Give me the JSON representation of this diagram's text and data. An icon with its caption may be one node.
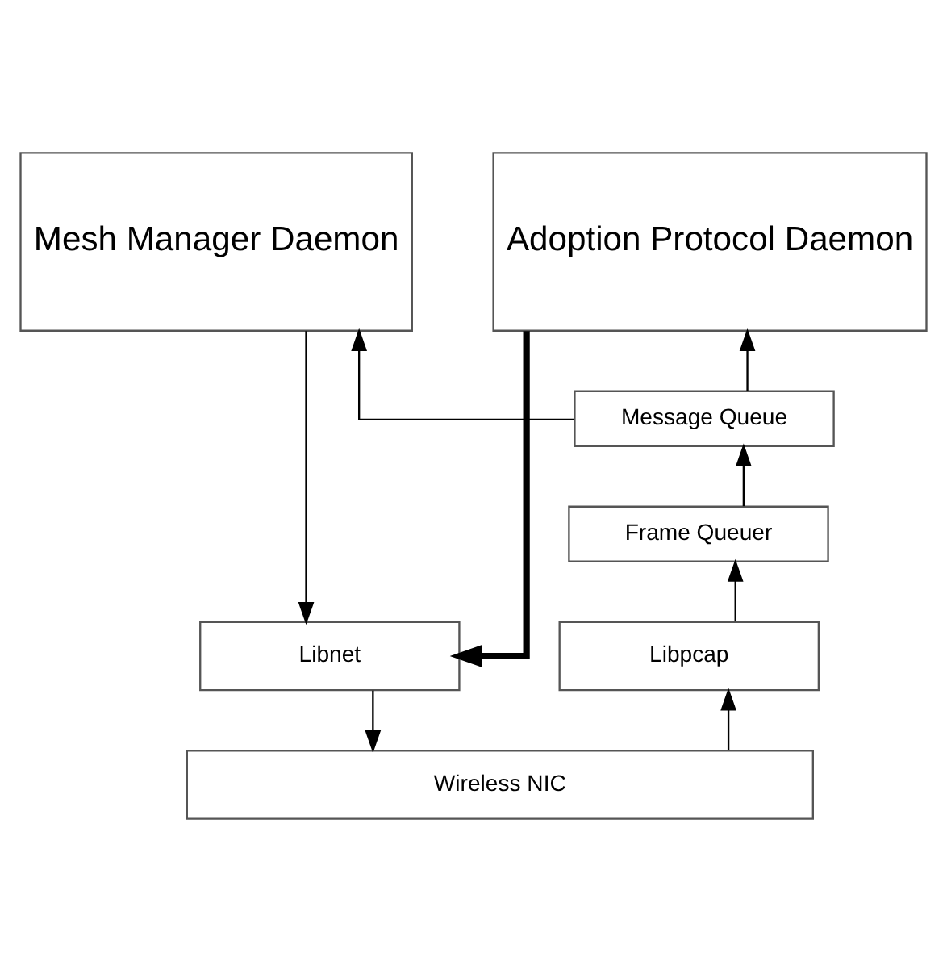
{
  "diagram": {
    "nodes": [
      {
        "text": [
          "Mesh Manager Daemon"
        ]
      },
      {
        "text": [
          "Adoption Protocol Daemon"
        ]
      },
      {
        "text": [
          "Message Queue"
        ]
      },
      {
        "text": [
          "Frame Queuer"
        ]
      },
      {
        "text": [
          "Libnet"
        ]
      },
      {
        "text": [
          "Libpcap"
        ]
      },
      {
        "text": [
          "Wireless NIC"
        ]
      }
    ],
    "edges": [
      {
        "from": 0,
        "to": 4,
        "arrow": "to"
      },
      {
        "from": 1,
        "to": 4,
        "arrow": "to",
        "style": "thick"
      },
      {
        "from": 2,
        "to": 0,
        "arrow": "to"
      },
      {
        "from": 2,
        "to": 1,
        "arrow": "to"
      },
      {
        "from": 3,
        "to": 2,
        "arrow": "to"
      },
      {
        "from": 5,
        "to": 3,
        "arrow": "to"
      },
      {
        "from": 6,
        "to": 5,
        "arrow": "to"
      },
      {
        "from": 4,
        "to": 6,
        "arrow": "to"
      }
    ]
  }
}
